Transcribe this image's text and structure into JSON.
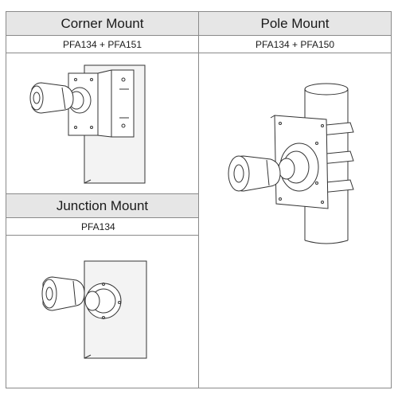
{
  "panels": {
    "corner": {
      "title": "Corner Mount",
      "accessories": "PFA134 + PFA151"
    },
    "pole": {
      "title": "Pole Mount",
      "accessories": "PFA134 + PFA150"
    },
    "junction": {
      "title": "Junction Mount",
      "accessories": "PFA134"
    }
  },
  "colors": {
    "header_bg": "#e6e6e6",
    "border": "#8a8a8a",
    "line": "#333333",
    "wall_fill": "#f3f3f3"
  }
}
